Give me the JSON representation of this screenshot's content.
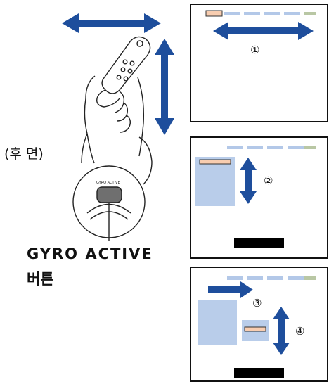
{
  "labels": {
    "rear_view": "(후 면)",
    "button_name_line1": "GYRO ACTIVE",
    "button_name_line2": "버튼",
    "remote_button_text": "GYRO ACTIVE"
  },
  "steps": [
    "①",
    "②",
    "③",
    "④"
  ],
  "colors": {
    "arrow": "#1e4e9c",
    "menu_segment": "#b3c8e8",
    "menu_last_segment": "#b9c7a4",
    "highlight": "#f8cdb0",
    "panel": "#b9cdea",
    "black_bar": "#000000"
  }
}
